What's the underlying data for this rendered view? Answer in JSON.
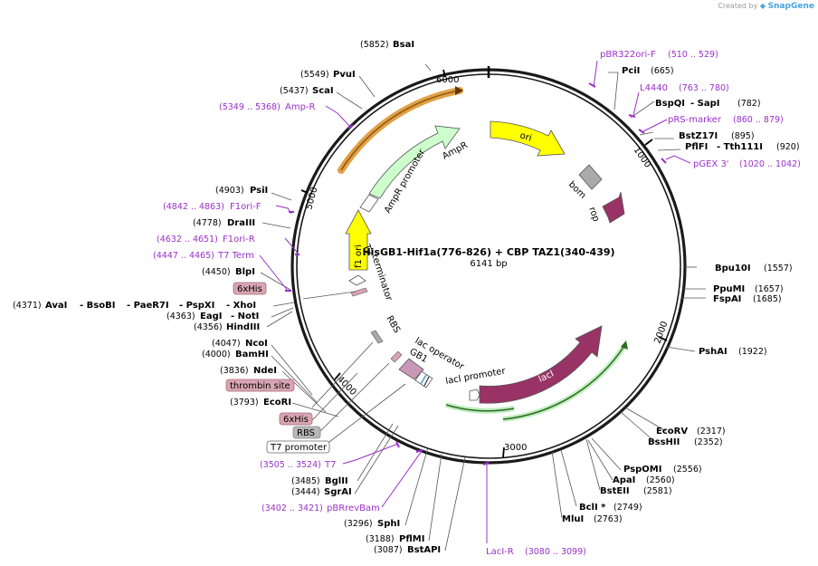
{
  "credit": {
    "prefix": "Created by",
    "brand": "SnapGene"
  },
  "plasmid": {
    "name": "HisGB1-Hif1a(776-826) + CBP TAZ1(340-439)",
    "size": "6141 bp"
  },
  "ticks": [
    "1000",
    "2000",
    "3000",
    "4000",
    "5000",
    "6000"
  ],
  "sites": [
    {
      "name": "BsaI",
      "pos": "(5852)"
    },
    {
      "name": "PvuI",
      "pos": "(5549)"
    },
    {
      "name": "ScaI",
      "pos": "(5437)"
    },
    {
      "name": "PciI",
      "pos": "(665)"
    },
    {
      "name": "BspQI",
      "name2": "SapI",
      "pos": "(782)"
    },
    {
      "name": "BstZ17I",
      "pos": "(895)"
    },
    {
      "name": "PflFI",
      "name2": "Tth111I",
      "pos": "(920)"
    },
    {
      "name": "PsiI",
      "pos": "(4903)"
    },
    {
      "name": "DraIII",
      "pos": "(4778)"
    },
    {
      "name": "BlpI",
      "pos": "(4450)"
    },
    {
      "name": "AvaI",
      "pos": "(4371)",
      "rest": [
        "BsoBI",
        "PaeR7I",
        "PspXI",
        "XhoI"
      ]
    },
    {
      "name": "EagI",
      "name2": "NotI",
      "pos": "(4363)"
    },
    {
      "name": "HindIII",
      "pos": "(4356)"
    },
    {
      "name": "NcoI",
      "pos": "(4047)"
    },
    {
      "name": "BamHI",
      "pos": "(4000)"
    },
    {
      "name": "NdeI",
      "pos": "(3836)"
    },
    {
      "name": "EcoRI",
      "pos": "(3793)"
    },
    {
      "name": "BglII",
      "pos": "(3485)"
    },
    {
      "name": "SgrAI",
      "pos": "(3444)"
    },
    {
      "name": "SphI",
      "pos": "(3296)"
    },
    {
      "name": "PflMI",
      "pos": "(3188)"
    },
    {
      "name": "BstAPI",
      "pos": "(3087)"
    },
    {
      "name": "Bpu10I",
      "pos": "(1557)"
    },
    {
      "name": "PpuMI",
      "pos": "(1657)"
    },
    {
      "name": "FspAI",
      "pos": "(1685)"
    },
    {
      "name": "PshAI",
      "pos": "(1922)"
    },
    {
      "name": "EcoRV",
      "pos": "(2317)"
    },
    {
      "name": "BssHII",
      "pos": "(2352)"
    },
    {
      "name": "PspOMI",
      "pos": "(2556)"
    },
    {
      "name": "ApaI",
      "pos": "(2560)"
    },
    {
      "name": "BstEII",
      "pos": "(2581)"
    },
    {
      "name": "BclI *",
      "pos": "(2749)"
    },
    {
      "name": "MluI",
      "pos": "(2763)"
    }
  ],
  "primers": [
    {
      "name": "pBR322ori-F",
      "range": "(510 .. 529)"
    },
    {
      "name": "L4440",
      "range": "(763 .. 780)"
    },
    {
      "name": "pRS-marker",
      "range": "(860 .. 879)"
    },
    {
      "name": "pGEX 3'",
      "range": "(1020 .. 1042)"
    },
    {
      "name": "Amp-R",
      "range": "(5349 .. 5368)"
    },
    {
      "name": "F1ori-F",
      "range": "(4842 .. 4863)"
    },
    {
      "name": "F1ori-R",
      "range": "(4632 .. 4651)"
    },
    {
      "name": "T7 Term",
      "range": "(4447 .. 4465)"
    },
    {
      "name": "T7",
      "range": "(3505 .. 3524)"
    },
    {
      "name": "pBRrevBam",
      "range": "(3402 .. 3421)"
    },
    {
      "name": "LacI-R",
      "range": "(3080 .. 3099)"
    }
  ],
  "boxed": {
    "his_top": "6xHis",
    "thrombin": "thrombin site",
    "his_bottom": "6xHis",
    "rbs": "RBS",
    "t7_promoter": "T7 promoter"
  },
  "features": {
    "ori": "ori",
    "bom": "bom",
    "rop": "rop",
    "ampr": "AmpR",
    "ampr_promoter": "AmpR promoter",
    "f1_ori": "f1 ori",
    "t7_terminator_1": "T7",
    "t7_terminator_2": "terminator",
    "rbs_inner": "RBS",
    "lac_operator_1": "lac operator",
    "gb1": "GB1",
    "laci_promoter": "lacI promoter",
    "laci": "lacI"
  },
  "colors": {
    "backbone": "#1a1a1a",
    "primer": "#9b30c8",
    "ori": "#ffff00",
    "ampr": "#ccffcc",
    "laci": "#993366",
    "his_tag": "#d9a5b4",
    "rbs_box": "#b7b7b7"
  }
}
